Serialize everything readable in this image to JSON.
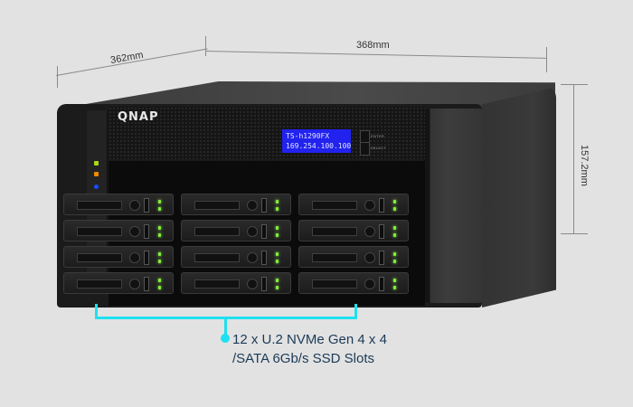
{
  "product": {
    "brand_logo": "QNAP",
    "lcd": {
      "line1": "TS-h1290FX",
      "line2": "169.254.100.100",
      "color": "#2222ee"
    },
    "lcd_buttons": [
      {
        "label": "ENTER"
      },
      {
        "label": "SELECT"
      }
    ],
    "status_leds": [
      {
        "name": "status",
        "color": "#a8d81a"
      },
      {
        "name": "lan",
        "color": "#f08a00"
      },
      {
        "name": "usb",
        "color": "#1a4cff"
      }
    ],
    "drive_bays": {
      "rows": 4,
      "columns": 3,
      "count": 12,
      "led_color": "#7ef23a"
    }
  },
  "dimensions": {
    "depth": "362mm",
    "width": "368mm",
    "height": "157.2mm"
  },
  "callout": {
    "line1": "12 x U.2 NVMe Gen 4 x 4",
    "line2": "/SATA 6Gb/s SSD Slots",
    "accent_color": "#1fe0f0",
    "text_color": "#1b3a57"
  },
  "background_color": "#e2e2e2"
}
